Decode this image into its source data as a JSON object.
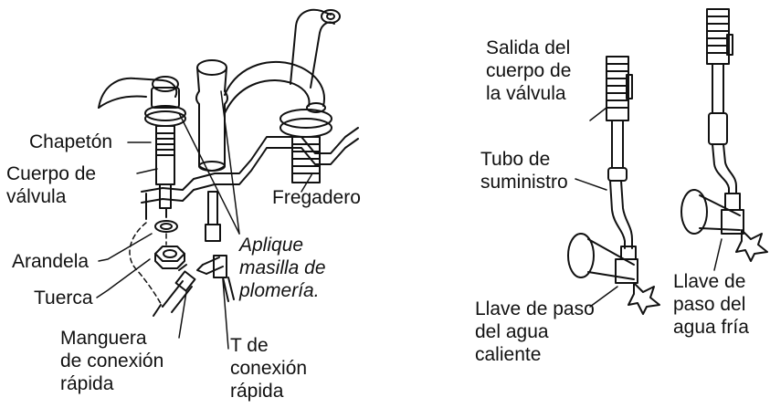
{
  "left_panel": {
    "chapeton": "Chapetón",
    "cuerpo_valvula": [
      "Cuerpo de",
      "válvula"
    ],
    "arandela": "Arandela",
    "tuerca": "Tuerca",
    "manguera": [
      "Manguera",
      "de conexión",
      "rápida"
    ],
    "t_conexion": [
      "T de",
      "conexión",
      "rápida"
    ],
    "fregadero": "Fregadero",
    "aplique": [
      "Aplique",
      "masilla de",
      "plomería."
    ]
  },
  "right_panel": {
    "salida": [
      "Salida del",
      "cuerpo de",
      "la válvula"
    ],
    "tubo": [
      "Tubo de",
      "suministro"
    ],
    "llave_caliente": [
      "Llave de paso",
      "del agua",
      "caliente"
    ],
    "llave_fria": [
      "Llave de",
      "paso del",
      "agua fría"
    ]
  },
  "colors": {
    "line": "#111111",
    "background": "#ffffff"
  }
}
